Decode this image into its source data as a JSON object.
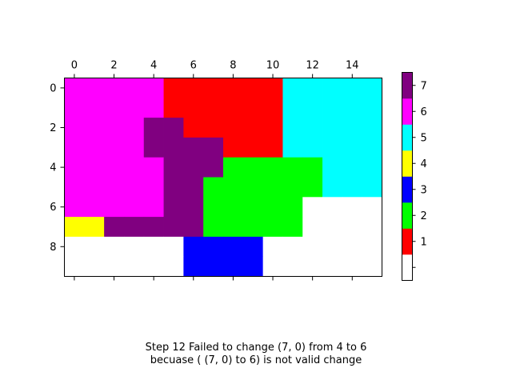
{
  "chart_data": {
    "type": "heatmap",
    "grid_rows": 10,
    "grid_cols": 16,
    "x_ticks": [
      "0",
      "2",
      "4",
      "6",
      "8",
      "10",
      "12",
      "14"
    ],
    "y_ticks": [
      "0",
      "2",
      "4",
      "6",
      "8"
    ],
    "x_tick_values": [
      0,
      2,
      4,
      6,
      8,
      10,
      12,
      14
    ],
    "y_tick_values": [
      0,
      2,
      4,
      6,
      8
    ],
    "matrix": [
      [
        6,
        6,
        6,
        6,
        6,
        1,
        1,
        1,
        1,
        1,
        1,
        5,
        5,
        5,
        5,
        5
      ],
      [
        6,
        6,
        6,
        6,
        6,
        1,
        1,
        1,
        1,
        1,
        1,
        5,
        5,
        5,
        5,
        5
      ],
      [
        6,
        6,
        6,
        6,
        7,
        7,
        1,
        1,
        1,
        1,
        1,
        5,
        5,
        5,
        5,
        5
      ],
      [
        6,
        6,
        6,
        6,
        7,
        7,
        7,
        7,
        1,
        1,
        1,
        5,
        5,
        5,
        5,
        5
      ],
      [
        6,
        6,
        6,
        6,
        6,
        7,
        7,
        7,
        2,
        2,
        2,
        2,
        2,
        5,
        5,
        5
      ],
      [
        6,
        6,
        6,
        6,
        6,
        7,
        7,
        2,
        2,
        2,
        2,
        2,
        2,
        5,
        5,
        5
      ],
      [
        6,
        6,
        6,
        6,
        6,
        7,
        7,
        2,
        2,
        2,
        2,
        2,
        0,
        0,
        0,
        0
      ],
      [
        4,
        4,
        7,
        7,
        7,
        7,
        7,
        2,
        2,
        2,
        2,
        2,
        0,
        0,
        0,
        0
      ],
      [
        0,
        0,
        0,
        0,
        0,
        0,
        3,
        3,
        3,
        3,
        0,
        0,
        0,
        0,
        0,
        0
      ],
      [
        0,
        0,
        0,
        0,
        0,
        0,
        3,
        3,
        3,
        3,
        0,
        0,
        0,
        0,
        0,
        0
      ]
    ],
    "colorbar": {
      "levels": [
        0,
        1,
        2,
        3,
        4,
        5,
        6,
        7
      ],
      "tick_labels": [
        "",
        "1",
        "2",
        "3",
        "4",
        "5",
        "6",
        "7"
      ],
      "colors": [
        "#ffffff",
        "#ff0000",
        "#00ff00",
        "#0000ff",
        "#ffff00",
        "#00ffff",
        "#ff00ff",
        "#800080"
      ]
    },
    "annotation_lines": [
      "Step 12 Failed to change (7, 0) from 4 to 6",
      "becuase ( (7, 0) to 6) is not valid change"
    ],
    "title": "",
    "xlabel": "",
    "ylabel": "",
    "grid": false,
    "x_axis_position": "top"
  }
}
